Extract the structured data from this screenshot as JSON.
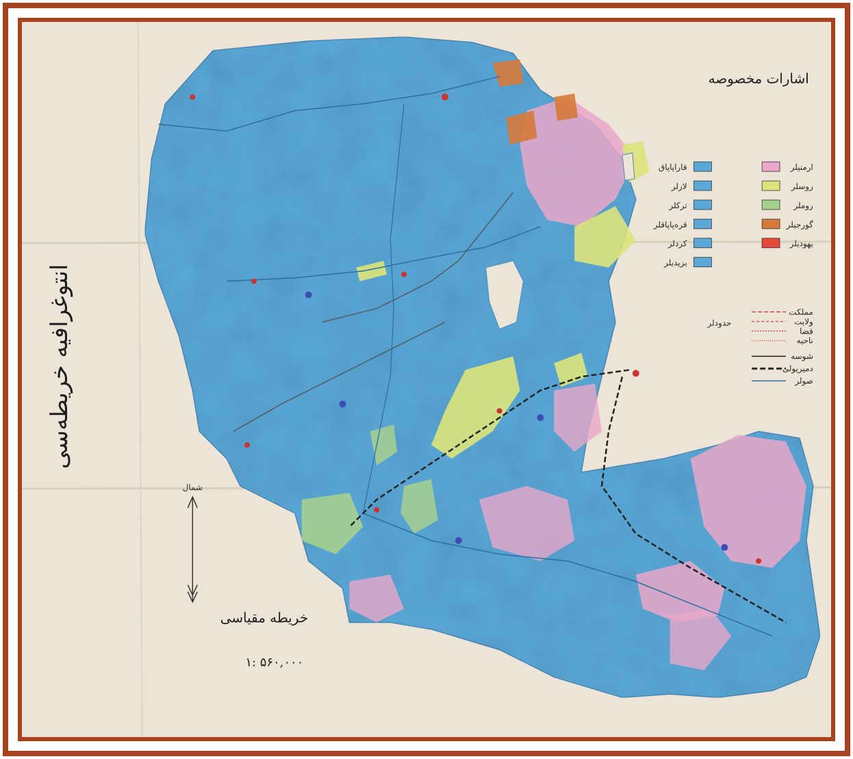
{
  "map": {
    "title": "انتوغرافیه خریطه‌سی",
    "legend_title": "اشارات مخصوصه",
    "scale_label": "خریطه مقیاسی",
    "scale_value": "۱: ۵۶۰,۰۰۰",
    "north_label": "شمال",
    "colors": {
      "ocean_blue": "#5aa8d8",
      "pink": "#e9a7c9",
      "yellow": "#dde37a",
      "green": "#a7d08f",
      "orange": "#d67a3a",
      "red": "#e44a3a",
      "paper": "#ece4d6",
      "frame": "#a8431f"
    },
    "legend_left": [
      {
        "label": "قاراپاپاق",
        "color": "#5aa8d8"
      },
      {
        "label": "لازلر",
        "color": "#5aa8d8"
      },
      {
        "label": "ترکلر",
        "color": "#5aa8d8"
      },
      {
        "label": "قره‌پاپاقلر",
        "color": "#5aa8d8"
      },
      {
        "label": "کردلر",
        "color": "#5aa8d8"
      },
      {
        "label": "یزیدیلر",
        "color": "#5aa8d8"
      }
    ],
    "legend_right": [
      {
        "label": "ارمنیلر",
        "color": "#e9a7c9"
      },
      {
        "label": "روسلر",
        "color": "#dde37a"
      },
      {
        "label": "روملر",
        "color": "#a7d08f"
      },
      {
        "label": "گورجیلر",
        "color": "#d67a3a"
      },
      {
        "label": "یهودیلر",
        "color": "#e44a3a"
      }
    ],
    "boundaries_label": "حدودلر",
    "boundary_types": [
      {
        "label": "مملکت"
      },
      {
        "label": "ولایت"
      },
      {
        "label": "قضا"
      },
      {
        "label": "ناحیه"
      }
    ],
    "road_types": [
      {
        "label": "شوسه"
      },
      {
        "label": "دمیریولی"
      },
      {
        "label": "صولر"
      }
    ]
  }
}
